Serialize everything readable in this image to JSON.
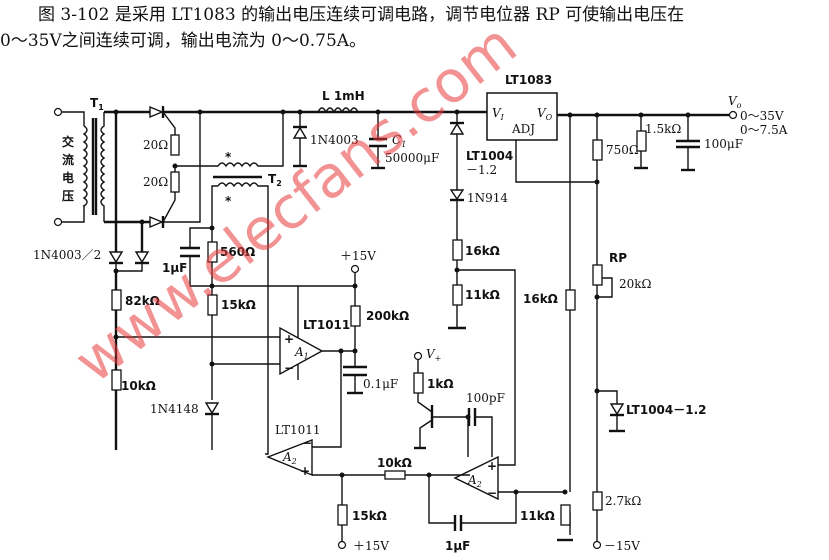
{
  "caption": {
    "line1": "图 3-102 是采用 LT1083 的输出电压连续可调电路，调节电位器 RP 可使输出电压在",
    "line2": "0～35V之间连续可调，输出电流为 0～0.75A。"
  },
  "components": {
    "T1": "T",
    "T1_sub": "1",
    "ac_input": [
      "交",
      "流",
      "电",
      "压"
    ],
    "T2": "T",
    "T2_sub": "2",
    "star": "*",
    "R_20a": "20Ω",
    "R_20b": "20Ω",
    "D_bridge": "1N4003／2",
    "L": "L 1mH",
    "D_1N4003": "1N4003",
    "C1": "C",
    "C1_sub": "1",
    "C1_val": "50000μF",
    "regulator_name": "LT1083",
    "reg_vi": "V",
    "reg_vi_sub": "I",
    "reg_vo": "V",
    "reg_vo_sub": "O",
    "reg_adj": "ADJ",
    "ref_top": "LT1004",
    "ref_top_val": "－1.2",
    "D_1N914": "1N914",
    "R_16k_a": "16kΩ",
    "R_11k_a": "11kΩ",
    "R_750": "750Ω",
    "R_1_5k": "1.5kΩ",
    "C_out": "100μF",
    "vout_label": "V",
    "vout_sub": "o",
    "vout_range": "0～35V",
    "iout_range": "0～7.5A",
    "RP": "RP",
    "RP_val": "20kΩ",
    "ref_bot": "LT1004－1.2",
    "R_2_7k": "2.7kΩ",
    "neg15": "－15V",
    "R_560": "560Ω",
    "C_1u_a": "1μF",
    "R_82k": "82kΩ",
    "R_15k_a": "15kΩ",
    "R_10k_a": "10kΩ",
    "D_1N4148": "1N4148",
    "plus15_a": "＋15V",
    "R_200k": "200kΩ",
    "C_0_1u": "0.1μF",
    "opamp1_name": "LT1011",
    "A1": "A",
    "A1_sub": "1",
    "opamp2_name": "LT1011",
    "A2": "A",
    "A2_sub": "2",
    "A3": "A",
    "A3_sub": "2",
    "vplus": "V",
    "vplus_sub": "+",
    "R_1k": "1kΩ",
    "C_100p": "100pF",
    "R_10k_b": "10kΩ",
    "R_15k_b": "15kΩ",
    "plus15_b": "＋15V",
    "C_1u_b": "1μF",
    "R_11k_b": "11kΩ",
    "R_16k_b": "16kΩ",
    "plus": "+",
    "minus": "−"
  },
  "watermark": "www.elecfans.com"
}
